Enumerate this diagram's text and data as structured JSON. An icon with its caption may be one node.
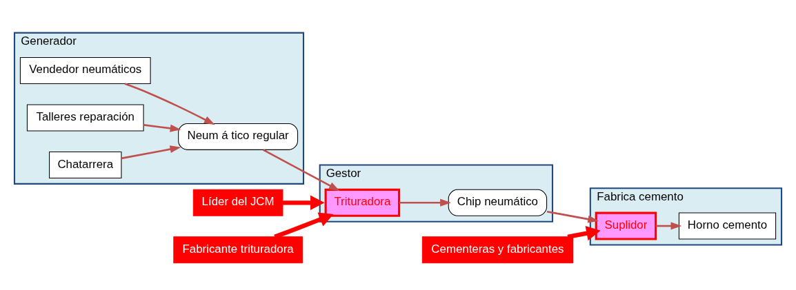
{
  "diagram": {
    "nodes": [
      {
        "text": [
          "Generador"
        ]
      },
      {
        "text": [
          "Vendedor neumáticos"
        ],
        "in": 0
      },
      {
        "text": [
          "Talleres reparación"
        ],
        "in": 0
      },
      {
        "text": [
          "Chatarrera"
        ],
        "in": 0
      },
      {
        "text": [
          "Neum á tico regular"
        ],
        "in": 0
      },
      {
        "text": [
          "Gestor"
        ]
      },
      {
        "text": [
          "Trituradora"
        ],
        "in": 5
      },
      {
        "text": [
          "Chip neumático"
        ],
        "in": 5
      },
      {
        "text": [
          "Fabrica cemento"
        ]
      },
      {
        "text": [
          "Suplidor"
        ],
        "in": 8
      },
      {
        "text": [
          "Horno cemento"
        ],
        "in": 8
      },
      {
        "text": [
          "Líder del JCM"
        ]
      },
      {
        "text": [
          "Fabricante trituradora"
        ]
      },
      {
        "text": [
          "Cementeras y fabricantes"
        ]
      }
    ],
    "edges": [
      {
        "from": 1,
        "to": 4,
        "arrow": "to"
      },
      {
        "from": 2,
        "to": 4,
        "arrow": "to"
      },
      {
        "from": 3,
        "to": 4,
        "arrow": "to"
      },
      {
        "from": 4,
        "to": 6,
        "arrow": "to"
      },
      {
        "from": 6,
        "to": 7,
        "arrow": "to"
      },
      {
        "from": 7,
        "to": 9,
        "arrow": "to"
      },
      {
        "from": 9,
        "to": 10,
        "arrow": "to"
      },
      {
        "from": 11,
        "to": 5,
        "arrow": "to",
        "style": "thick",
        "color": "#ff0000"
      },
      {
        "from": 12,
        "to": 6,
        "arrow": "to",
        "style": "thick",
        "color": "#ff0000"
      },
      {
        "from": 13,
        "to": 9,
        "arrow": "to",
        "style": "thick",
        "color": "#ff0000"
      }
    ]
  }
}
